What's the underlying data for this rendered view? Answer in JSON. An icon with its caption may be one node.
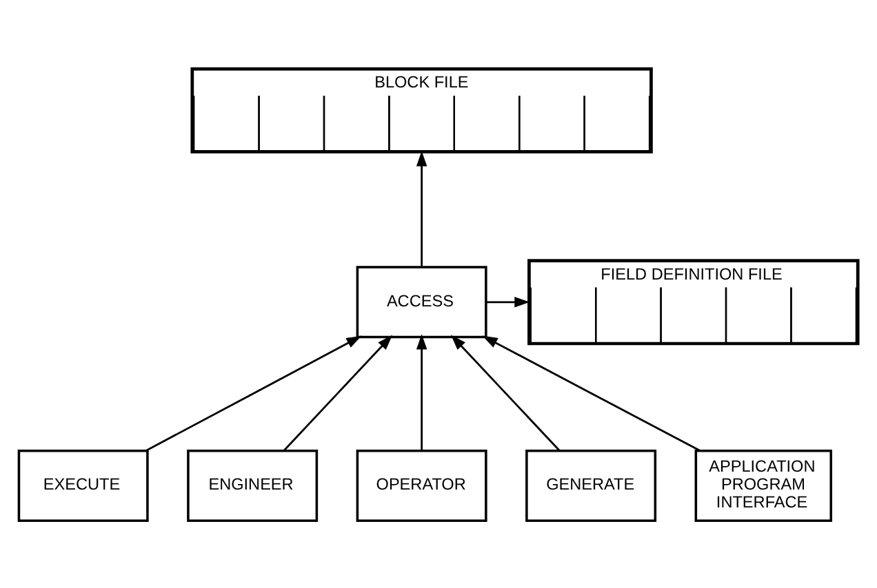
{
  "diagram": {
    "nodes": [
      {
        "text": [
          "BLOCK FILE"
        ]
      },
      {
        "text": [
          "ACCESS"
        ]
      },
      {
        "text": [
          "FIELD DEFINITION FILE"
        ]
      },
      {
        "text": [
          "EXECUTE"
        ]
      },
      {
        "text": [
          "ENGINEER"
        ]
      },
      {
        "text": [
          "OPERATOR"
        ]
      },
      {
        "text": [
          "GENERATE"
        ]
      },
      {
        "text": [
          "APPLICATION PROGRAM INTERFACE"
        ]
      }
    ],
    "edges": [
      {
        "from": 1,
        "to": 0,
        "arrow": "to"
      },
      {
        "from": 1,
        "to": 2,
        "arrow": "to"
      },
      {
        "from": 3,
        "to": 1,
        "arrow": "to"
      },
      {
        "from": 4,
        "to": 1,
        "arrow": "to"
      },
      {
        "from": 5,
        "to": 1,
        "arrow": "to"
      },
      {
        "from": 6,
        "to": 1,
        "arrow": "to"
      },
      {
        "from": 7,
        "to": 1,
        "arrow": "to"
      }
    ]
  }
}
